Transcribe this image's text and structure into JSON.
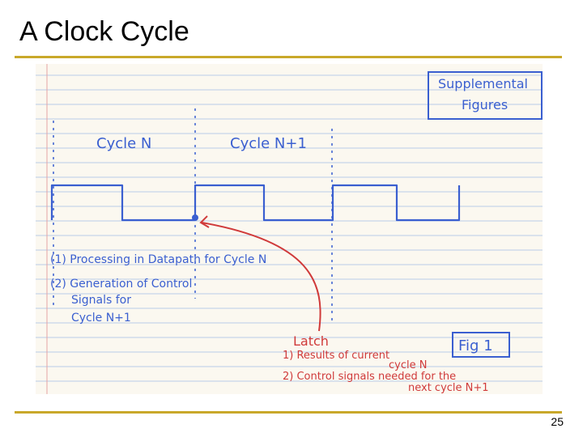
{
  "slide": {
    "title": "A Clock Cycle",
    "page_number": "25"
  },
  "figure": {
    "supplemental_box": [
      "Supplemental",
      "Figures"
    ],
    "cycle_n_label": "Cycle N",
    "cycle_n1_label": "Cycle N+1",
    "notes_blue": [
      "(1) Processing in Datapath for Cycle N",
      "(2) Generation of Control",
      "Signals for",
      "Cycle N+1"
    ],
    "latch_title": "Latch",
    "latch_items": [
      "1) Results of current",
      "cycle N",
      "2) Control signals needed for the",
      "next cycle N+1"
    ],
    "fig_label": "Fig 1",
    "colors": {
      "blue_ink": "#3a5fd0",
      "red_ink": "#d03a3a",
      "rule_lines": "#b9cbe8",
      "margin_line": "#e6a3a3"
    }
  }
}
